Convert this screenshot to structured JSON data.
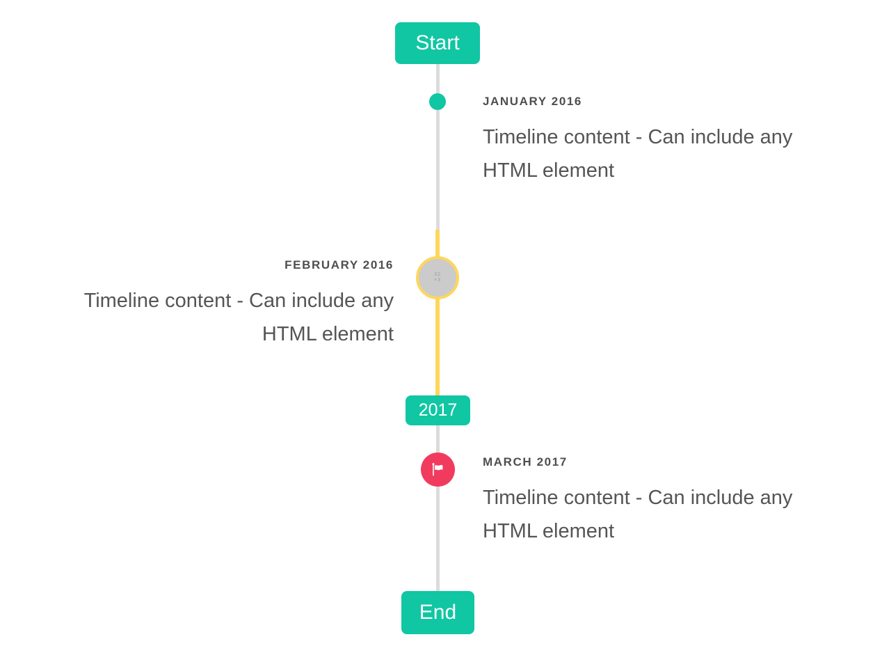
{
  "timeline": {
    "start_badge": "Start",
    "year_badge": "2017",
    "end_badge": "End",
    "items": [
      {
        "date": "JANUARY 2016",
        "content": "Timeline content - Can include any HTML element",
        "side": "right",
        "marker": "teal-dot"
      },
      {
        "date": "FEBRUARY 2016",
        "content": "Timeline content - Can include any HTML element",
        "side": "left",
        "marker": "broken-image-circle",
        "marker_placeholder_text": "32 ×3"
      },
      {
        "date": "MARCH 2017",
        "content": "Timeline content - Can include any HTML element",
        "side": "right",
        "marker": "flag-circle",
        "marker_icon": "flag-icon"
      }
    ],
    "colors": {
      "accent_teal": "#10c6a3",
      "highlight_yellow": "#ffd65c",
      "flag_red": "#f13b5e",
      "line_gray": "#dcdcdc",
      "image_circle_gray": "#cbcbcb",
      "date_text": "#4e4e4e",
      "content_text": "#555555",
      "background": "#ffffff"
    }
  }
}
